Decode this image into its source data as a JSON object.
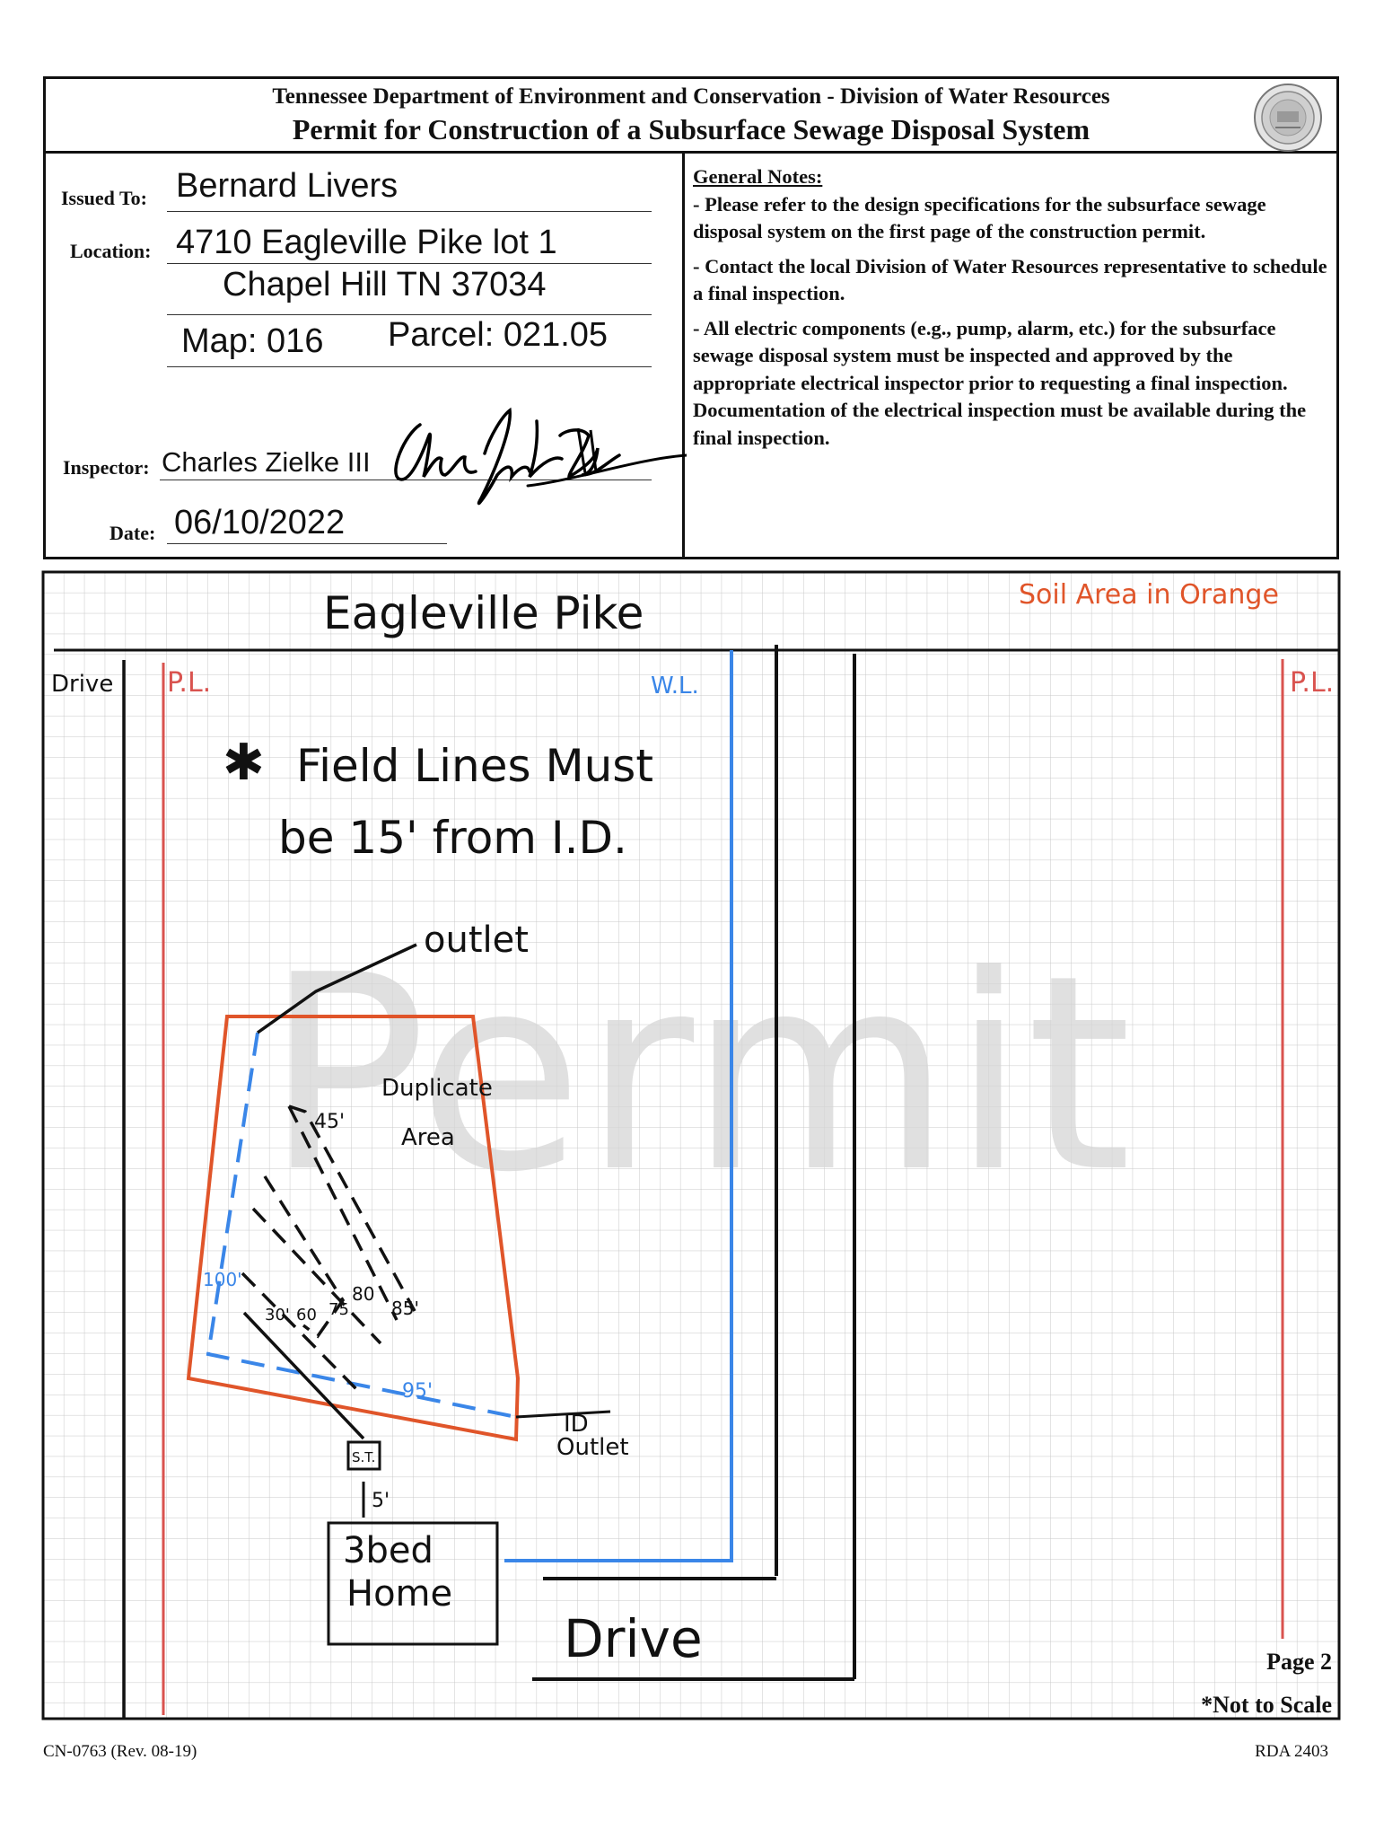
{
  "header": {
    "agency": "Tennessee Department of Environment and Conservation - Division of Water Resources",
    "title": "Permit for Construction of a Subsurface Sewage Disposal System"
  },
  "permit": {
    "issued_to_label": "Issued To:",
    "issued_to": "Bernard Livers",
    "location_label": "Location:",
    "location_line1": "4710 Eagleville Pike lot 1",
    "location_line2": "Chapel Hill TN 37034",
    "map_label": "Map:",
    "map_value": "016",
    "parcel_label": "Parcel:",
    "parcel_value": "021.05",
    "inspector_label": "Inspector:",
    "inspector": "Charles Zielke III",
    "date_label": "Date:",
    "date": "06/10/2022"
  },
  "notes": {
    "heading": "General Notes:",
    "items": [
      "- Please refer to the design specifications for the subsurface sewage disposal system on the first page of the construction permit.",
      "- Contact the local Division of Water Resources representative to schedule a final inspection.",
      "- All electric components (e.g., pump, alarm, etc.) for the subsurface sewage disposal system must be inspected and approved by the appropriate electrical inspector prior to requesting a final inspection. Documentation of the electrical inspection must be available during the final inspection."
    ]
  },
  "drawing": {
    "road": "Eagleville Pike",
    "legend": "Soil Area in Orange",
    "drive_left": "Drive",
    "pl_left": "P.L.",
    "pl_right": "P.L.",
    "wl": "W.L.",
    "note_line1": "Field Lines Must",
    "note_line2": "be 15' from I.D.",
    "outlet": "outlet",
    "duplicate_line1": "Duplicate",
    "duplicate_line2": "Area",
    "len_45": "45'",
    "len_100": "100'",
    "len_30": "30'",
    "len_60": "60",
    "len_75": "75",
    "len_80": "80",
    "len_85": "85'",
    "len_95": "95'",
    "id_outlet_line1": "ID",
    "id_outlet_line2": "Outlet",
    "septic": "S.T.",
    "dist_5": "5'",
    "home_line1": "3bed",
    "home_line2": "Home",
    "drive_bottom": "Drive",
    "watermark": "Permit"
  },
  "page": {
    "page_label": "Page 2",
    "scale_note": "*Not to Scale"
  },
  "footer": {
    "form_number": "CN-0763 (Rev. 08-19)",
    "rda": "RDA 2403"
  },
  "colors": {
    "soil_area": "#e0552a",
    "property_line": "#d9534f",
    "water_line": "#3a86e8",
    "blue_dim": "#3a86e8"
  }
}
